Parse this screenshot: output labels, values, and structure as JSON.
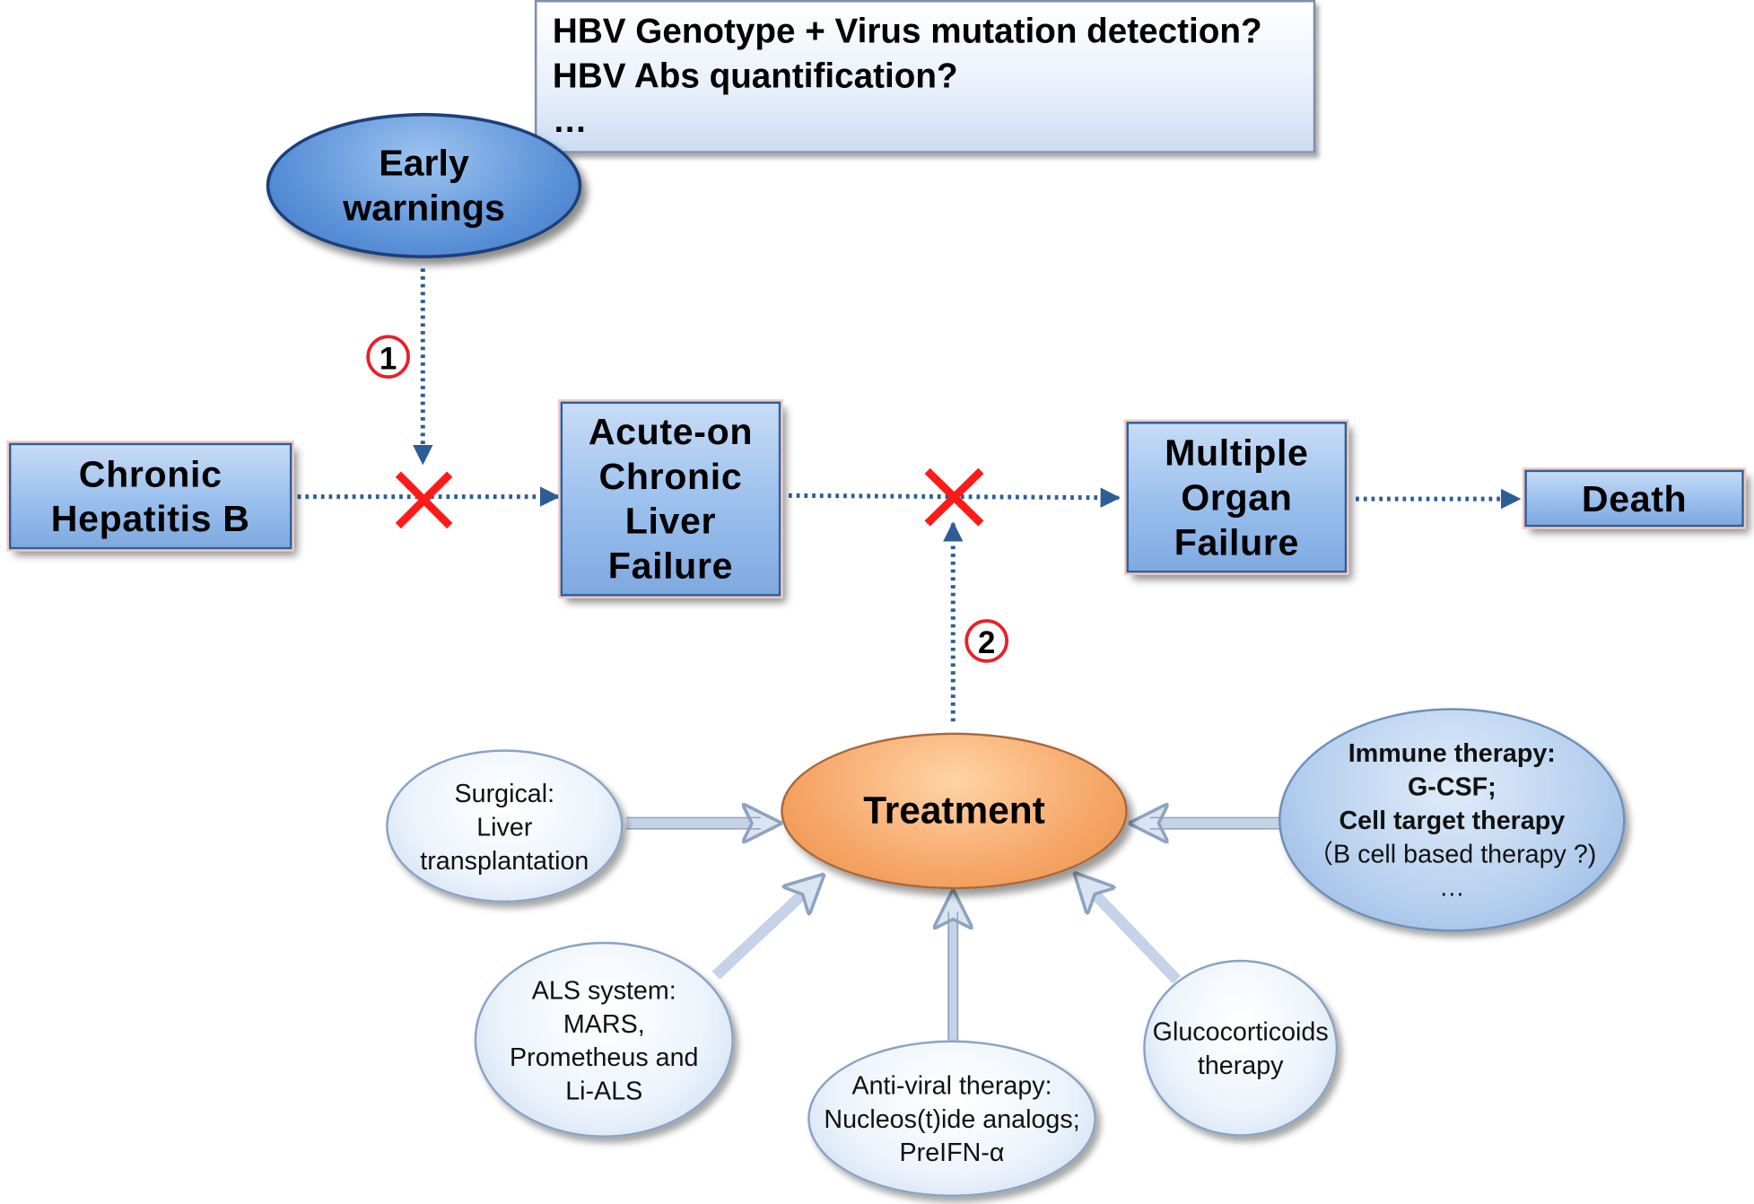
{
  "note": {
    "lines": [
      "HBV Genotype + Virus mutation detection?",
      "HBV Abs quantification?",
      "…"
    ]
  },
  "early_warnings": {
    "lines": [
      "Early",
      "warnings"
    ]
  },
  "stages": [
    {
      "lines": [
        "Chronic",
        "Hepatitis B"
      ]
    },
    {
      "lines": [
        "Acute-on",
        "Chronic",
        "Liver",
        "Failure"
      ]
    },
    {
      "lines": [
        "Multiple",
        "Organ",
        "Failure"
      ]
    },
    {
      "lines": [
        "Death"
      ]
    }
  ],
  "markers": [
    "1",
    "2"
  ],
  "treatment": {
    "label": "Treatment"
  },
  "therapies": {
    "surgical": [
      "Surgical:",
      "Liver",
      "transplantation"
    ],
    "als": [
      "ALS system:",
      "MARS,",
      "Prometheus and",
      "Li-ALS"
    ],
    "antiviral": [
      "Anti-viral therapy:",
      "Nucleos(t)ide analogs;",
      "PreIFN-α"
    ],
    "gluco": [
      "Glucocorticoids",
      "therapy"
    ],
    "immune": [
      "Immune therapy:",
      "G-CSF;",
      "Cell target therapy",
      "（B cell based therapy ?)",
      "…"
    ]
  },
  "colors": {
    "block_marker": "#ff1a1a",
    "arrow": "#2e5d96",
    "number_ring": "#e8202a"
  }
}
